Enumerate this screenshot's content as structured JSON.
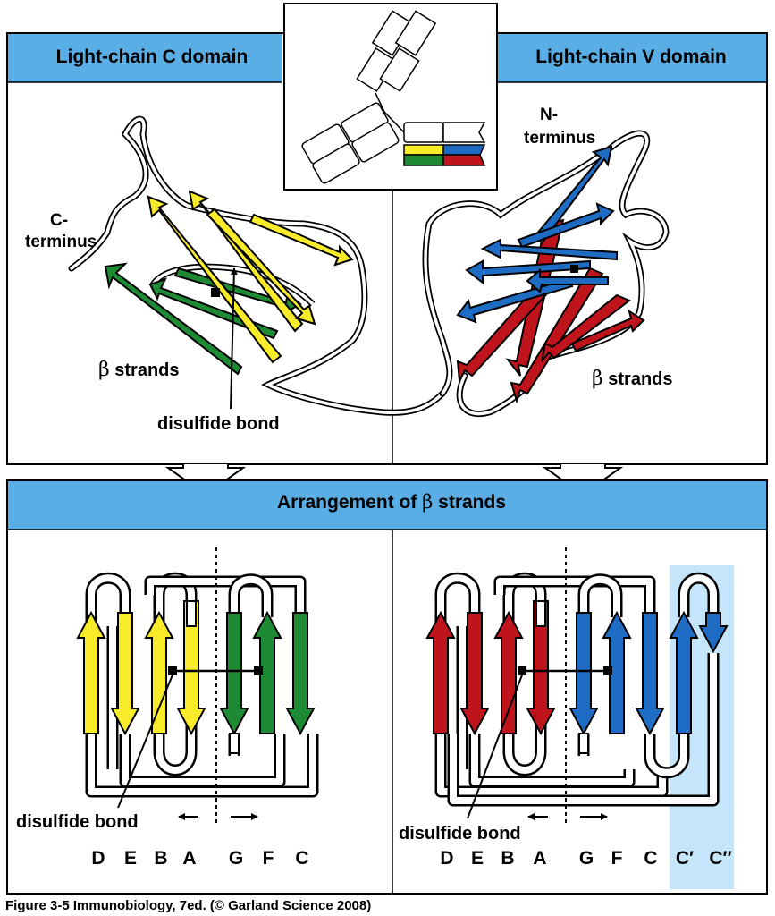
{
  "header_c": "Light-chain C domain",
  "header_v": "Light-chain V domain",
  "header_arrangement_pre": "Arrangement of ",
  "header_arrangement_beta": "β",
  "header_arrangement_post": " strands",
  "c_terminus_line1": "C-",
  "c_terminus_line2": "terminus",
  "n_terminus_line1": "N-",
  "n_terminus_line2": "terminus",
  "beta_symbol": "β",
  "strands_word": " strands",
  "disulfide_bond": "disulfide bond",
  "c_domain_strands": [
    "D",
    "E",
    "B",
    "A",
    "G",
    "F",
    "C"
  ],
  "v_domain_strands": [
    "D",
    "E",
    "B",
    "A",
    "G",
    "F",
    "C",
    "C′",
    "C′′"
  ],
  "caption": "Figure 3-5  Immunobiology, 7ed. (© Garland Science 2008)",
  "colors": {
    "header_bg": "#5aaee6",
    "highlight_bg": "#c5e6fa",
    "yellow": "#f8ec2a",
    "green": "#1f8a34",
    "blue": "#1e6cc4",
    "red": "#c0141c"
  }
}
